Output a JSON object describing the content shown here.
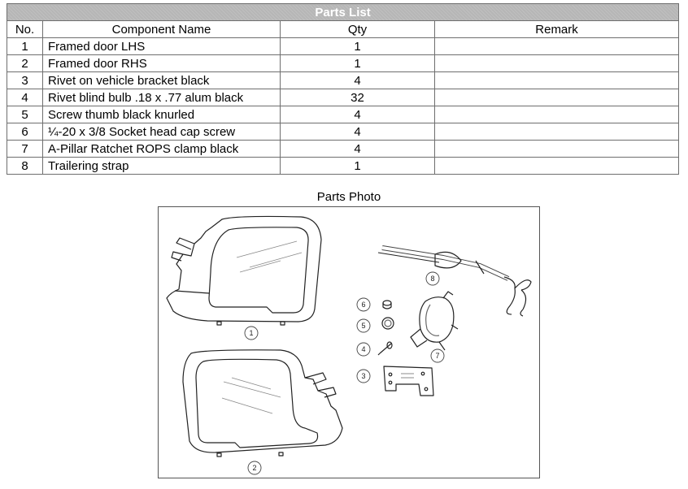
{
  "table": {
    "title": "Parts List",
    "headers": {
      "no": "No.",
      "name": "Component Name",
      "qty": "Qty",
      "remark": "Remark"
    },
    "rows": [
      {
        "no": "1",
        "name": "Framed door LHS",
        "qty": "1",
        "remark": ""
      },
      {
        "no": "2",
        "name": "Framed door RHS",
        "qty": "1",
        "remark": ""
      },
      {
        "no": "3",
        "name": "Rivet on vehicle bracket black",
        "qty": "4",
        "remark": ""
      },
      {
        "no": "4",
        "name": "Rivet blind bulb .18 x .77 alum black",
        "qty": "32",
        "remark": ""
      },
      {
        "no": "5",
        "name": "Screw thumb black knurled",
        "qty": "4",
        "remark": ""
      },
      {
        "no": "6",
        "name": "¼-20 x 3/8 Socket head cap screw",
        "qty": "4",
        "remark": ""
      },
      {
        "no": "7",
        "name": "A-Pillar Ratchet ROPS clamp black",
        "qty": "4",
        "remark": ""
      },
      {
        "no": "8",
        "name": "Trailering strap",
        "qty": "1",
        "remark": ""
      }
    ]
  },
  "photo": {
    "caption": "Parts Photo",
    "callouts": [
      "1",
      "2",
      "3",
      "4",
      "5",
      "6",
      "7",
      "8"
    ]
  }
}
